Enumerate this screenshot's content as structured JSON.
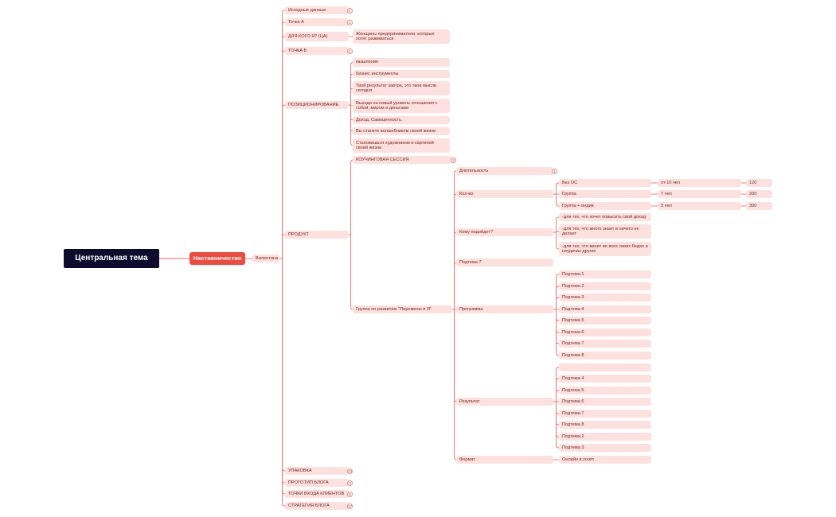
{
  "colors": {
    "line": "#ef6e6a",
    "node": "#fde1df",
    "root": "#0e0b2e",
    "main": "#f04a3f"
  },
  "nodes": {
    "root": "Центральная тема",
    "main": "Наставничество",
    "valentina": "Валентина",
    "ishodnye": "Исходные данные",
    "tochka_a": "Точка А",
    "dlya_kogo": "ДЛЯ КОГО Я? (ЦА)",
    "zhenshchiny": "Женщины предприниматели, которые хотят развиваться",
    "tochka_b": "ТОЧКА Б",
    "pozicionirovanie": "ПОЗИЦИОНИРОВАНИЕ",
    "pos": [
      "мышление",
      "бизнес инструменты",
      "Твой результат завтра, это твои мысли сегодня",
      "Выходи на новый уровень отношения с собой, миром и деньгами",
      "Доход. Самоценность.",
      "Вы станете волшебником своей жизни",
      "Становишься художником и картиной своей жизни"
    ],
    "produkt": "ПРОДУКТ",
    "kouching": "КОУЧИНГОВАЯ СЕССИЯ",
    "gruppa": "Группа по развитию \"Перемены и Я\"",
    "dlitelnost": "Длительность",
    "kolvo": "Кол-во",
    "komu": "Кому подойдет?",
    "podtema7": "Подтема 7",
    "programma": "Программа",
    "rezultat": "Результат",
    "format": "Формат",
    "bez_os": "Без ОС",
    "gruppa2": "Группа",
    "gruppa_indiv": "Группа + индив",
    "ot10": "от 10 чел",
    "sem": "7 чел",
    "tri": "3 чел",
    "v120": "120",
    "v200": "200",
    "v300": "300",
    "komu_items": [
      "-для тех, что хочет повысить свой доход",
      "-для тех, что много знает и ничего не делает",
      "-для тех, что винит во всех своих бедах и неудачах других"
    ],
    "prog_items": [
      "Подтема 1",
      "Подтема 2",
      "Подтема 3",
      "Подтема 4",
      "Подтема 5",
      "Подтема 6",
      "Подтема 7",
      "Подтема 8"
    ],
    "rez_items": [
      "",
      "Подтема 4",
      "Подтема 5",
      "Подтема 6",
      "Подтема 7",
      "Подтема 8",
      "Подтема 2",
      "Подтема 3"
    ],
    "online": "Онлайн в zoom",
    "upakovka": "УПАКОВКА",
    "prototip": "ПРОТОТИП БЛОГА",
    "tochki_vhoda": "ТОЧКИ ВХОДА КЛИЕНТОВ",
    "strategiya": "СТРАТЕГИЯ БЛОГА",
    "badges": {
      "ishodnye": "1",
      "tochka_a": "1",
      "tochka_b": "1",
      "kouching": "3",
      "dlitelnost": "1",
      "upakovka": "13",
      "prototip": "3",
      "tochki_vhoda": "5",
      "strategiya": "17"
    }
  }
}
